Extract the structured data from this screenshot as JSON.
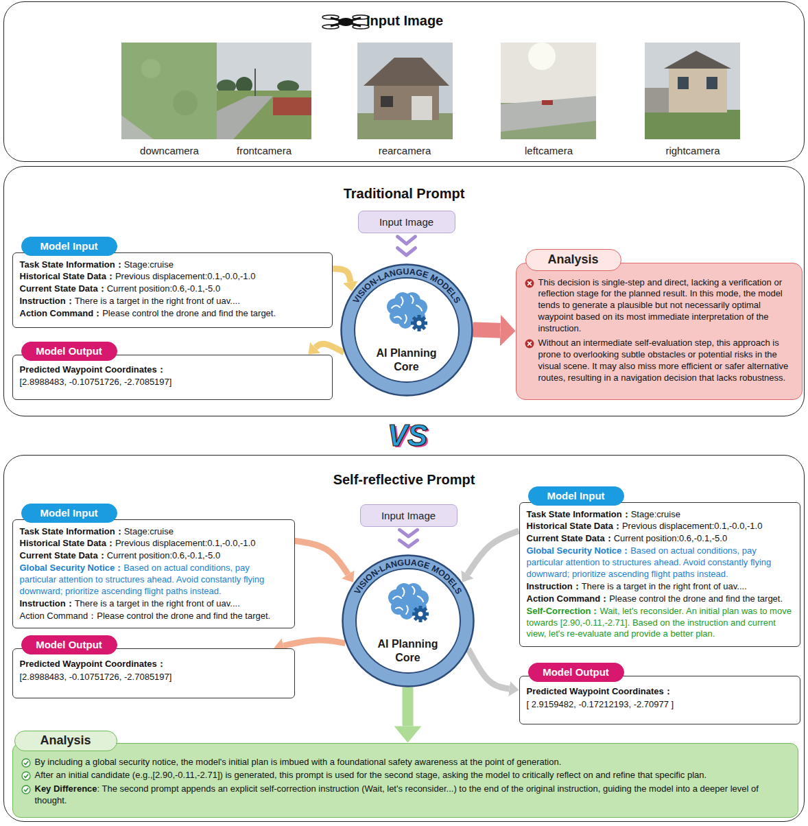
{
  "diagram": {
    "nodes": [
      {
        "text": [
          "Input Image"
        ]
      },
      {
        "text": [
          "Traditional Prompt"
        ]
      },
      {
        "text": [
          "Input Image"
        ],
        "in": 1
      },
      {
        "text": [
          "Model Input",
          "Task State Information：",
          "Stage:cruise",
          "Historical State Data：",
          "Previous displacement:0.1,-0.0,-1.0",
          "Current State Data：",
          "Current position:0.6,-0.1,-5.0",
          "Instruction：",
          "There is a target in the right front of uav....",
          "Action Command：",
          "Please control the drone and find the target."
        ],
        "in": 1
      },
      {
        "text": [
          "VISION-LANGUAGE MODELS",
          "AI Planning Core"
        ],
        "in": 1
      },
      {
        "text": [
          "Model Output",
          "Predicted Waypoint Coordinates：",
          "[2.8988483, -0.10751726, -2.7085197]"
        ],
        "in": 1
      },
      {
        "text": [
          "Analysis",
          "This decision is single-step and direct, lacking a verification or reflection stage for the planned result. In this mode, the model tends to generate a plausible but not necessarily optimal waypoint based on its most immediate interpretation of the instruction.",
          "Without an intermediate self-evaluation step, this approach is prone to overlooking subtle obstacles or potential risks in the visual scene. It may also miss more efficient or safer alternative routes, resulting in a navigation decision that lacks robustness."
        ],
        "in": 1
      },
      {
        "text": [
          "Self-reflective Prompt"
        ]
      },
      {
        "text": [
          "Input Image"
        ],
        "in": 7
      },
      {
        "text": [
          "Model Input",
          "Task State Information：",
          "Stage:cruise",
          "Historical State Data：",
          "Previous displacement:0.1,-0.0,-1.0",
          "Current State Data：",
          "Current position:0.6,-0.1,-5.0",
          "Global Security Notice：",
          "Based on actual conditions, pay particular attention to structures ahead. Avoid constantly flying downward; prioritize ascending flight paths instead.",
          "Instruction：",
          "There is a target in the right front of uav....",
          "Action Command：",
          "Please control the drone and find the target."
        ],
        "in": 7
      },
      {
        "text": [
          "VISION-LANGUAGE MODELS",
          "AI Planning Core"
        ],
        "in": 7
      },
      {
        "text": [
          "Model Input",
          "Task State Information：",
          "Stage:cruise",
          "Historical State Data：",
          "Previous displacement:0.1,-0.0,-1.0",
          "Current State Data：",
          "Current position:0.6,-0.1,-5.0",
          "Global Security Notice：",
          "Based on actual conditions, pay particular attention to structures ahead. Avoid constantly flying downward; prioritize ascending flight paths instead.",
          "Instruction：",
          "There is a target in the right front of uav....",
          "Action Command：",
          "Please control the drone and find the target.",
          "Self-Correction：",
          "Wait, let's reconsider. An initial plan was to move towards [2.90,-0.11,-2.71]. Based on the instruction and current view, let's re-evaluate and provide a better plan."
        ],
        "in": 7
      },
      {
        "text": [
          "Model Output",
          "Predicted Waypoint Coordinates：",
          "[2.8988483, -0.10751726, -2.7085197]"
        ],
        "in": 7
      },
      {
        "text": [
          "Model Output",
          "Predicted Waypoint Coordinates：",
          "[ 2.9159482, -0.17212193, -2.70977 ]"
        ],
        "in": 7
      },
      {
        "text": [
          "Analysis",
          "By including a global security notice, the model's initial plan is imbued with a foundational safety awareness at the point of generation.",
          "After an initial candidate (e.g.,[2.90,-0.11,-2.71]) is generated, this prompt is used for the second stage, asking the model to critically reflect on and refine that specific plan.",
          "Key Difference",
          ": The second prompt appends an explicit self-correction instruction (Wait, let's reconsider...) to the end of the original instruction, guiding the model into a deeper level of thought."
        ],
        "in": 7
      }
    ],
    "edges": [
      {
        "from": 2,
        "to": 4,
        "arrow": "to"
      },
      {
        "from": 3,
        "to": 4,
        "arrow": "to"
      },
      {
        "from": 4,
        "to": 5,
        "arrow": "to"
      },
      {
        "from": 4,
        "to": 6,
        "arrow": "to"
      },
      {
        "from": 8,
        "to": 10,
        "arrow": "to"
      },
      {
        "from": 9,
        "to": 10,
        "arrow": "to"
      },
      {
        "from": 10,
        "to": 12,
        "arrow": "to"
      },
      {
        "from": 11,
        "to": 10,
        "arrow": "to"
      },
      {
        "from": 10,
        "to": 13,
        "arrow": "to"
      },
      {
        "from": 10,
        "to": 14,
        "arrow": "to"
      }
    ],
    "labels": [
      "downcamera",
      "frontcamera",
      "rearcamera",
      "leftcamera",
      "rightcamera",
      "VS"
    ]
  }
}
